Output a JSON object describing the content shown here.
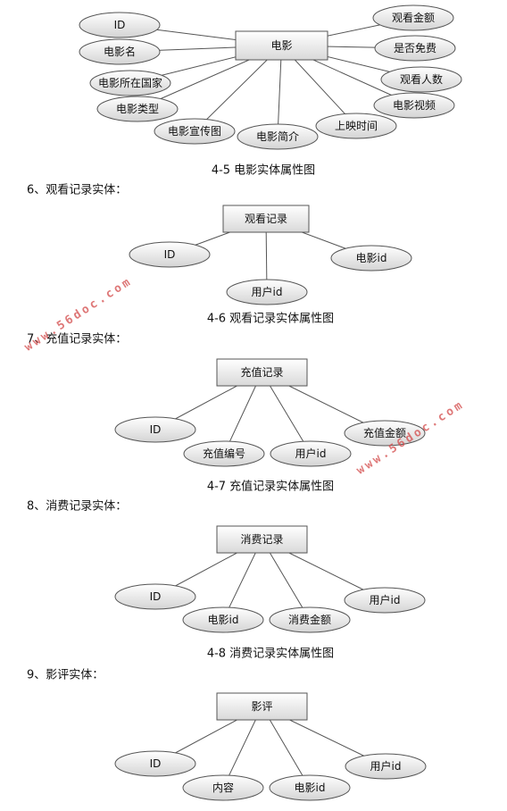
{
  "watermark_text": "www.56doc.com",
  "diagrams": [
    {
      "heading": "",
      "caption": "4-5 电影实体属性图",
      "entity": "电影",
      "attributes": [
        "ID",
        "电影名",
        "电影所在国家",
        "电影类型",
        "电影宣传图",
        "电影简介",
        "上映时间",
        "电影视频",
        "观看人数",
        "是否免费",
        "观看金额"
      ]
    },
    {
      "heading": "6、观看记录实体：",
      "caption": "4-6 观看记录实体属性图",
      "entity": "观看记录",
      "attributes": [
        "ID",
        "用户id",
        "电影id"
      ]
    },
    {
      "heading": "7、充值记录实体：",
      "caption": "4-7 充值记录实体属性图",
      "entity": "充值记录",
      "attributes": [
        "ID",
        "充值编号",
        "用户id",
        "充值金额"
      ]
    },
    {
      "heading": "8、消费记录实体：",
      "caption": "4-8 消费记录实体属性图",
      "entity": "消费记录",
      "attributes": [
        "ID",
        "电影id",
        "消费金额",
        "用户id"
      ]
    },
    {
      "heading": "9、影评实体：",
      "caption": "",
      "entity": "影评",
      "attributes": [
        "ID",
        "内容",
        "电影id",
        "用户id"
      ]
    }
  ]
}
